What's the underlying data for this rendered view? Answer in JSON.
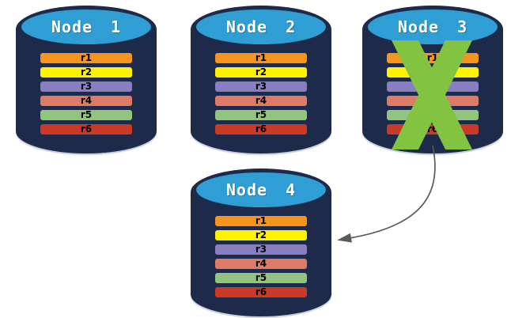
{
  "diagram": {
    "background_color": "#FFFFFF",
    "palette": {
      "cylinder_body": "#1E2A49",
      "cylinder_top_face": "#2F9ED5",
      "node_title_color": "#FFFFFF",
      "row_label_color": "#000000",
      "failure_x_color": "#82C341",
      "arrow_color": "#595959"
    },
    "nodes": [
      {
        "id": "node-1",
        "title": "Node 1",
        "failed": false,
        "rows": [
          {
            "label": "r1",
            "color": "#F7941E"
          },
          {
            "label": "r2",
            "color": "#FFF200"
          },
          {
            "label": "r3",
            "color": "#8A7EC2"
          },
          {
            "label": "r4",
            "color": "#DD7B66"
          },
          {
            "label": "r5",
            "color": "#93C47D"
          },
          {
            "label": "r6",
            "color": "#C93B27"
          }
        ]
      },
      {
        "id": "node-2",
        "title": "Node 2",
        "failed": false,
        "rows": [
          {
            "label": "r1",
            "color": "#F7941E"
          },
          {
            "label": "r2",
            "color": "#FFF200"
          },
          {
            "label": "r3",
            "color": "#8A7EC2"
          },
          {
            "label": "r4",
            "color": "#DD7B66"
          },
          {
            "label": "r5",
            "color": "#93C47D"
          },
          {
            "label": "r6",
            "color": "#C93B27"
          }
        ]
      },
      {
        "id": "node-3",
        "title": "Node 3",
        "failed": true,
        "rows": [
          {
            "label": "r1",
            "color": "#F7941E"
          },
          {
            "label": "r2",
            "color": "#FFF200"
          },
          {
            "label": "r3",
            "color": "#8A7EC2"
          },
          {
            "label": "r4",
            "color": "#DD7B66"
          },
          {
            "label": "r5",
            "color": "#93C47D"
          },
          {
            "label": "r6",
            "color": "#C93B27"
          }
        ]
      },
      {
        "id": "node-4",
        "title": "Node 4",
        "failed": false,
        "rows": [
          {
            "label": "r1",
            "color": "#F7941E"
          },
          {
            "label": "r2",
            "color": "#FFF200"
          },
          {
            "label": "r3",
            "color": "#8A7EC2"
          },
          {
            "label": "r4",
            "color": "#DD7B66"
          },
          {
            "label": "r5",
            "color": "#93C47D"
          },
          {
            "label": "r6",
            "color": "#C93B27"
          }
        ]
      }
    ],
    "arrow": {
      "from": "node-3",
      "to": "node-4",
      "style": "curved"
    },
    "failure_icon": "x-mark"
  }
}
